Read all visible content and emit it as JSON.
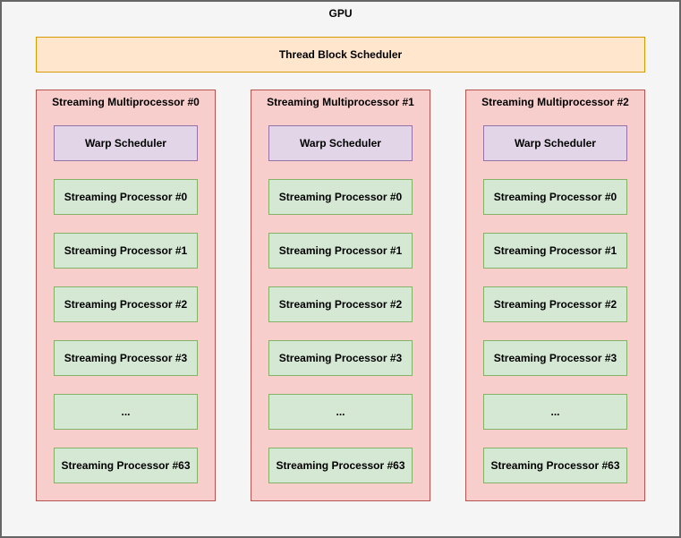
{
  "colors": {
    "bg": "#f5f5f5",
    "frame": "#666666",
    "text": "#000000",
    "tbs-fill": "#ffe6cc",
    "tbs-stroke": "#d79b00",
    "sm-fill": "#f8cecc",
    "sm-stroke": "#b85450",
    "warp-fill": "#e1d5e7",
    "warp-stroke": "#9673a6",
    "sp-fill": "#d5e8d4",
    "sp-stroke": "#82b366"
  },
  "gpu": {
    "title": "GPU",
    "thread_block_scheduler": {
      "label": "Thread Block Scheduler"
    },
    "multiprocessors": [
      {
        "title": "Streaming Multiprocessor #0",
        "warp_scheduler": "Warp Scheduler",
        "processors": [
          "Streaming Processor #0",
          "Streaming Processor #1",
          "Streaming Processor #2",
          "Streaming Processor #3",
          "...",
          "Streaming Processor #63"
        ]
      },
      {
        "title": "Streaming Multiprocessor #1",
        "warp_scheduler": "Warp Scheduler",
        "processors": [
          "Streaming Processor #0",
          "Streaming Processor #1",
          "Streaming Processor #2",
          "Streaming Processor #3",
          "...",
          "Streaming Processor #63"
        ]
      },
      {
        "title": "Streaming Multiprocessor #2",
        "warp_scheduler": "Warp Scheduler",
        "processors": [
          "Streaming Processor #0",
          "Streaming Processor #1",
          "Streaming Processor #2",
          "Streaming Processor #3",
          "...",
          "Streaming Processor #63"
        ]
      }
    ]
  }
}
